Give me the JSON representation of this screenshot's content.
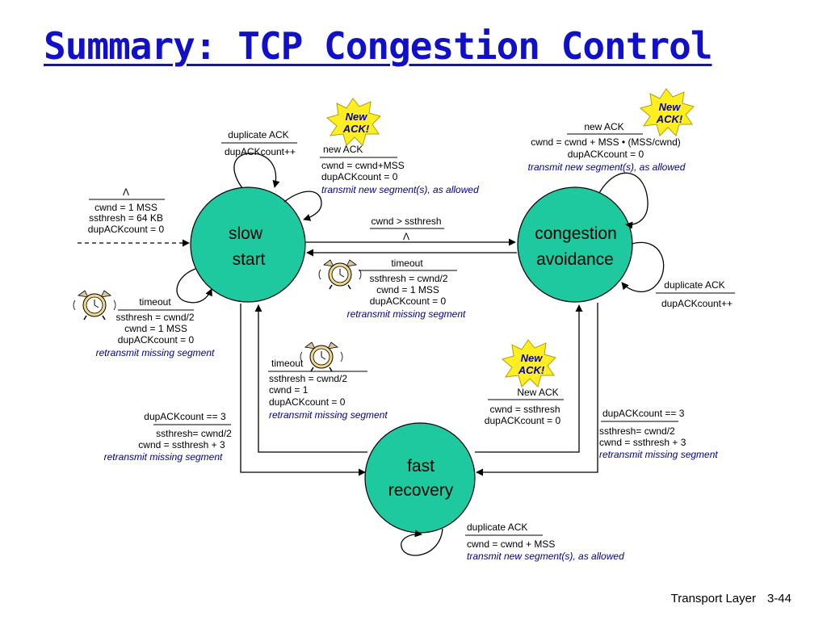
{
  "title": "Summary: TCP Congestion Control",
  "states": {
    "slow_start": [
      "slow",
      "start"
    ],
    "congestion_avoidance": [
      "congestion",
      "avoidance"
    ],
    "fast_recovery": [
      "fast",
      "recovery"
    ]
  },
  "badges": {
    "line1": "New",
    "line2": "ACK!"
  },
  "initial": {
    "event": "Λ",
    "actions": [
      "cwnd = 1 MSS",
      "ssthresh = 64 KB",
      "dupACKcount = 0"
    ]
  },
  "ss_dup_ack": {
    "event": "duplicate ACK",
    "actions": [
      "dupACKcount++"
    ]
  },
  "ss_new_ack": {
    "event": "new ACK",
    "actions": [
      "cwnd = cwnd+MSS",
      "dupACKcount = 0"
    ],
    "italic": "transmit new segment(s), as allowed"
  },
  "ss_timeout": {
    "event": "timeout",
    "actions": [
      "ssthresh = cwnd/2",
      "cwnd = 1 MSS",
      "dupACKcount = 0"
    ],
    "italic": "retransmit missing segment"
  },
  "ss_to_ca": {
    "event": "cwnd > ssthresh",
    "actions": [
      "Λ"
    ]
  },
  "ca_new_ack": {
    "event": "new ACK",
    "actions": [
      "cwnd = cwnd + MSS • (MSS/cwnd)",
      "dupACKcount = 0"
    ],
    "italic": "transmit new segment(s), as allowed"
  },
  "ca_dup_ack": {
    "event": "duplicate ACK",
    "actions": [
      "dupACKcount++"
    ]
  },
  "ca_timeout": {
    "event": "timeout",
    "actions": [
      "ssthresh = cwnd/2",
      "cwnd = 1 MSS",
      "dupACKcount = 0"
    ],
    "italic": "retransmit missing segment"
  },
  "fr_timeout": {
    "event": "timeout",
    "actions": [
      "ssthresh = cwnd/2",
      "cwnd = 1",
      "dupACKcount = 0"
    ],
    "italic": "retransmit missing segment"
  },
  "fr_new_ack": {
    "event": "New ACK",
    "actions": [
      "cwnd = ssthresh",
      "dupACKcount = 0"
    ]
  },
  "ss_to_fr": {
    "event": "dupACKcount == 3",
    "actions": [
      "ssthresh= cwnd/2",
      "cwnd = ssthresh + 3"
    ],
    "italic": "retransmit missing segment"
  },
  "ca_to_fr": {
    "event": "dupACKcount == 3",
    "actions": [
      "ssthresh= cwnd/2",
      "cwnd = ssthresh + 3"
    ],
    "italic": "retransmit missing segment"
  },
  "fr_dup_ack": {
    "event": "duplicate ACK",
    "actions": [
      "cwnd = cwnd + MSS"
    ],
    "italic": "transmit new segment(s), as allowed"
  },
  "colors": {
    "title": "#1010c8",
    "state_fill": "#1fc9a0",
    "badge_fill": "#ffee22",
    "italic_text": "#00008b"
  },
  "footer": {
    "section": "Transport Layer",
    "page": "3-44"
  }
}
